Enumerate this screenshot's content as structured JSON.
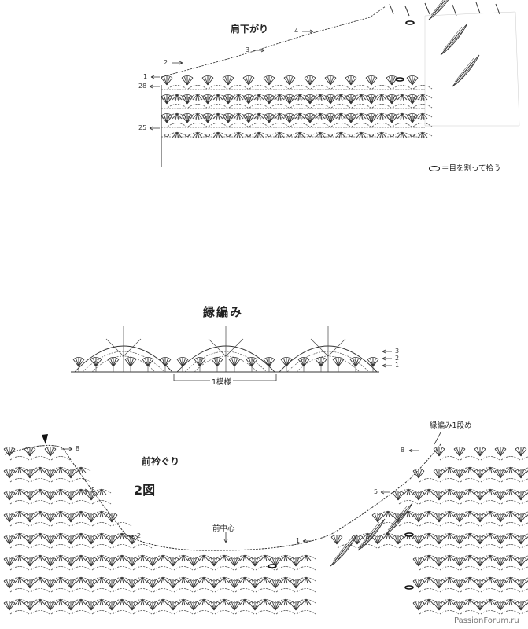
{
  "upper_chart": {
    "title": "肩下がり",
    "row_markers": [
      "1",
      "2",
      "3",
      "4",
      "28",
      "25"
    ],
    "legend": "＝目を割って拾う"
  },
  "edging_chart": {
    "title": "縁編み",
    "row_markers": [
      "3",
      "2",
      "1"
    ],
    "repeat_label": "1模様"
  },
  "neck_chart": {
    "title": "前衿ぐり",
    "figure_label": "2図",
    "center_label": "前中心",
    "edging_note": "縁編み1段め",
    "left_row_markers": [
      "8",
      "5",
      "2"
    ],
    "right_row_markers": [
      "8",
      "5",
      "1"
    ]
  },
  "watermark": "PassionForum.ru"
}
